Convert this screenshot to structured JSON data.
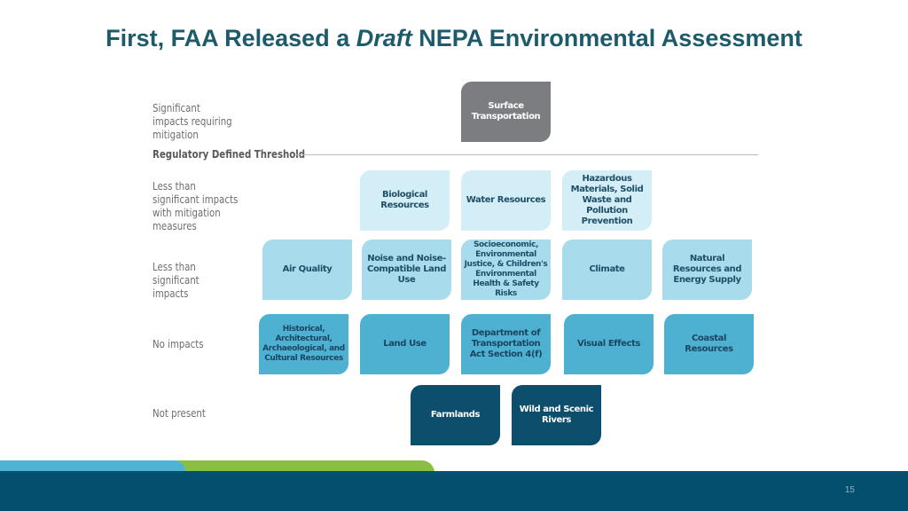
{
  "title": {
    "pre": "First, FAA Released a ",
    "em": "Draft",
    "post": " NEPA Environmental Assessment"
  },
  "rows": {
    "significant": "Significant impacts requiring mitigation",
    "threshold": "Regulatory Defined Threshold",
    "mitigation": "Less than significant impacts with mitigation measures",
    "less": "Less than significant impacts",
    "none": "No impacts",
    "not_present": "Not present"
  },
  "boxes": {
    "surface": "Surface Transportation",
    "biological": "Biological Resources",
    "water": "Water Resources",
    "hazardous": "Hazardous Materials, Solid Waste and Pollution Prevention",
    "air": "Air Quality",
    "noise": "Noise and Noise- Compatible Land Use",
    "socio": "Socioeconomic, Environmental Justice, & Children's Environmental Health & Safety Risks",
    "climate": "Climate",
    "natural": "Natural Resources and Energy Supply",
    "historical": "Historical, Architectural, Archaeological, and Cultural Resources",
    "land_use": "Land Use",
    "dot": "Department of Transportation Act Section 4(f)",
    "visual": "Visual Effects",
    "coastal": "Coastal Resources",
    "farmlands": "Farmlands",
    "wild": "Wild and Scenic Rivers"
  },
  "page_number": "15",
  "colors": {
    "title": "#1d5a6a",
    "footer": "#02506e",
    "green": "#8bbf43",
    "blue": "#4fb3d3"
  }
}
